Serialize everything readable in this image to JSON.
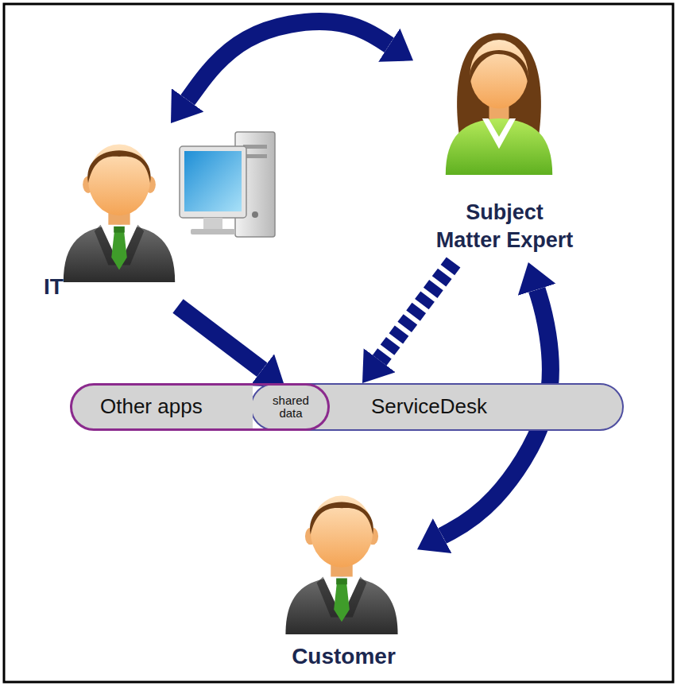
{
  "diagram": {
    "nodes": [
      {
        "text": [
          "IT"
        ]
      },
      {
        "text": [
          "Subject Matter Expert"
        ]
      },
      {
        "text": [
          "Other apps"
        ]
      },
      {
        "text": [
          "shared data"
        ],
        "in": 2
      },
      {
        "text": [
          "ServiceDesk"
        ]
      },
      {
        "text": [
          "Customer"
        ]
      }
    ],
    "edges": [
      {
        "from": 0,
        "to": 1,
        "arrow": "both"
      },
      {
        "from": 0,
        "to": 3,
        "arrow": "to"
      },
      {
        "from": 1,
        "to": 4,
        "arrow": "to"
      },
      {
        "from": 5,
        "to": 1,
        "arrow": "both"
      }
    ]
  }
}
